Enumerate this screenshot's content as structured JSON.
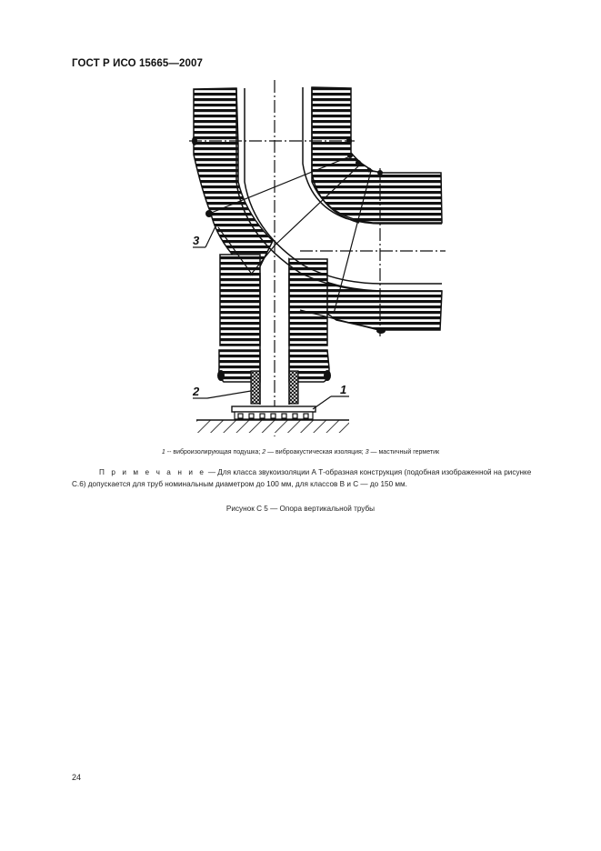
{
  "header": {
    "standard_title": "ГОСТ Р ИСО 15665—2007"
  },
  "figure": {
    "callouts": [
      {
        "number": "1",
        "label": "виброизолирующая подушка"
      },
      {
        "number": "2",
        "label": "виброакустическая изоляция"
      },
      {
        "number": "3",
        "label": "мастичный герметик"
      }
    ],
    "legend_text": {
      "n1": "1",
      "t1": " -- виброизолирующая подушка; ",
      "n2": "2",
      "t2": " — виброакустическая изоляция; ",
      "n3": "3",
      "t3": " — мастичный герметик"
    },
    "caption": "Рисунок С 5 — Опора вертикальной трубы"
  },
  "note": {
    "label": "П р и м е ч а н и е",
    "text": " — Для класса звукоизоляции А Т-образная конструкция (подобная изображенной на рисунке С.6) допускается для труб номинальным диаметром до 100 мм, для классов В и С — до 150 мм."
  },
  "footer": {
    "page_number": "24"
  },
  "colors": {
    "ink": "#111111",
    "paper": "#ffffff"
  }
}
